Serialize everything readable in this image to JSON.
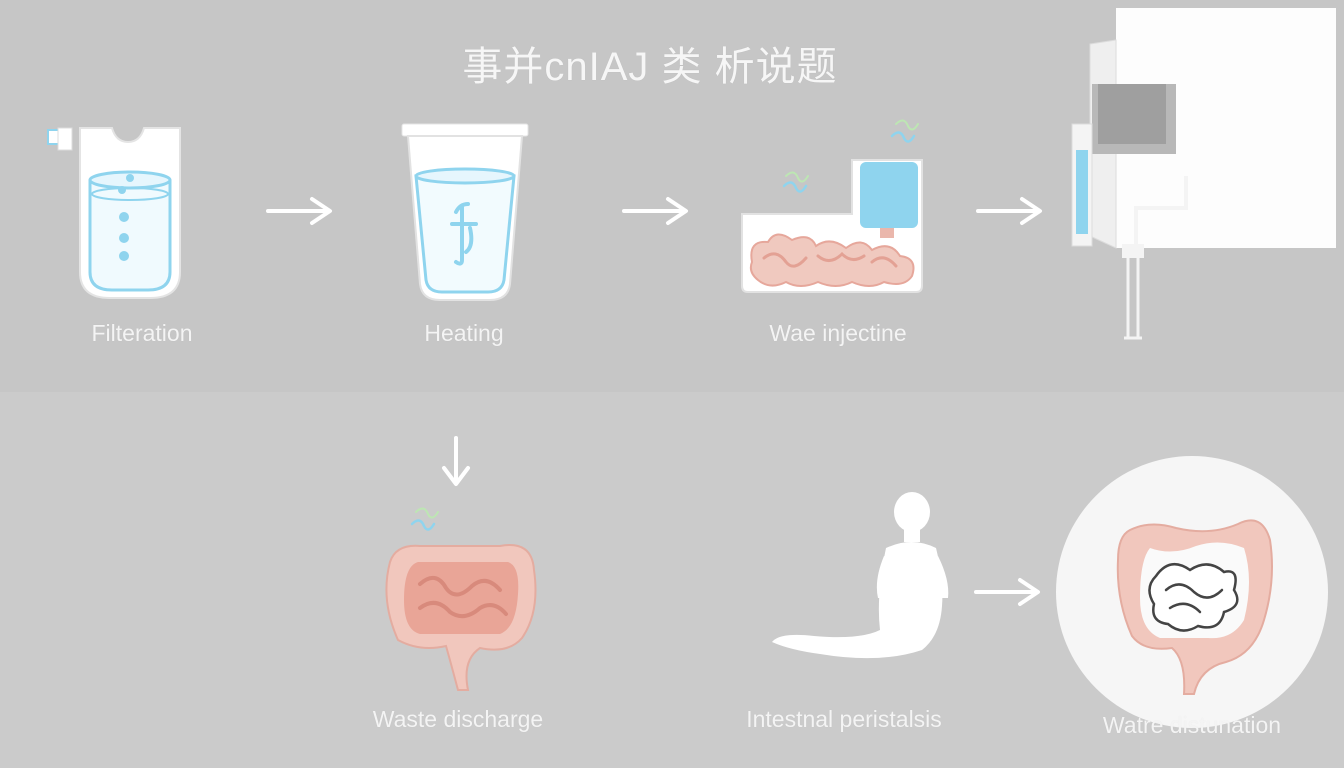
{
  "title": "事并cnIAJ 类 析说题",
  "steps": [
    {
      "label": "Filteration",
      "icon": "filter-beaker-icon"
    },
    {
      "label": "Heating",
      "icon": "heating-cup-icon"
    },
    {
      "label": "Wae injectine",
      "icon": "injection-bag-icon"
    },
    {
      "label": "Waste discharge",
      "icon": "intestine-icon"
    },
    {
      "label": "Intestnal peristalsis",
      "icon": "reclining-person-icon"
    },
    {
      "label": "Watre distunation",
      "icon": "colon-circle-icon"
    }
  ],
  "colors": {
    "background": "#c8c8c8",
    "icon_white": "#ffffff",
    "water_blue": "#7fd0ec",
    "intestine_pink": "#eab7ac",
    "intestine_deep": "#d98f85"
  }
}
